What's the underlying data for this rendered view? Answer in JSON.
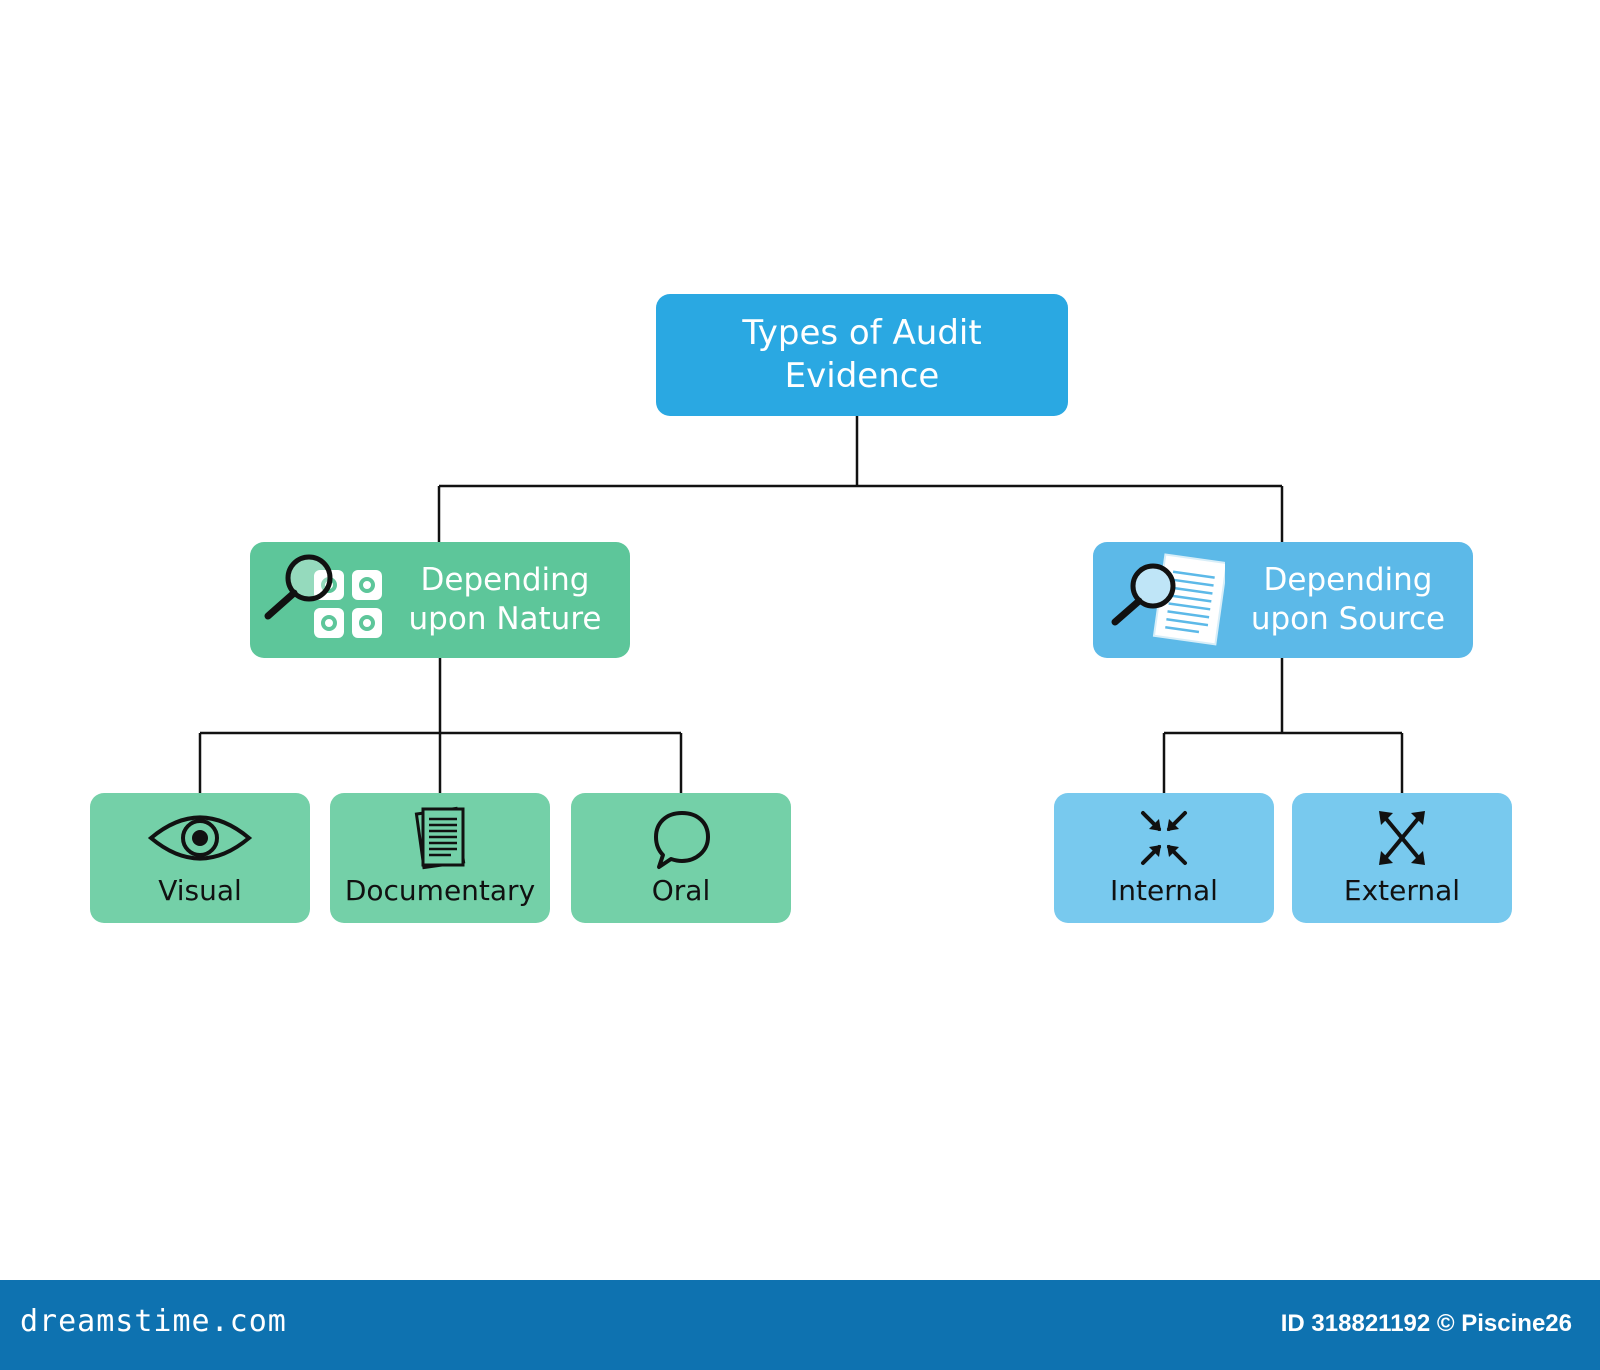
{
  "diagram": {
    "root": {
      "label": "Types of Audit\nEvidence"
    },
    "branches": [
      {
        "label": "Depending\nupon Nature",
        "icon": "magnifier-gears-icon",
        "color": "#5dc69a",
        "children": [
          {
            "label": "Visual",
            "icon": "eye-icon"
          },
          {
            "label": "Documentary",
            "icon": "documents-icon"
          },
          {
            "label": "Oral",
            "icon": "speech-bubble-icon"
          }
        ]
      },
      {
        "label": "Depending\nupon Source",
        "icon": "magnifier-document-icon",
        "color": "#5cb9e8",
        "children": [
          {
            "label": "Internal",
            "icon": "arrows-inward-icon"
          },
          {
            "label": "External",
            "icon": "arrows-outward-icon"
          }
        ]
      }
    ]
  },
  "colors": {
    "root": "#2aa8e2",
    "nature_leaf": "#74d0a8",
    "source_leaf": "#78c9ee",
    "footer": "#0e72b0",
    "connector": "#111111"
  },
  "footer": {
    "brand": "dreamstime.com",
    "credit": "ID 318821192 © Piscine26"
  }
}
